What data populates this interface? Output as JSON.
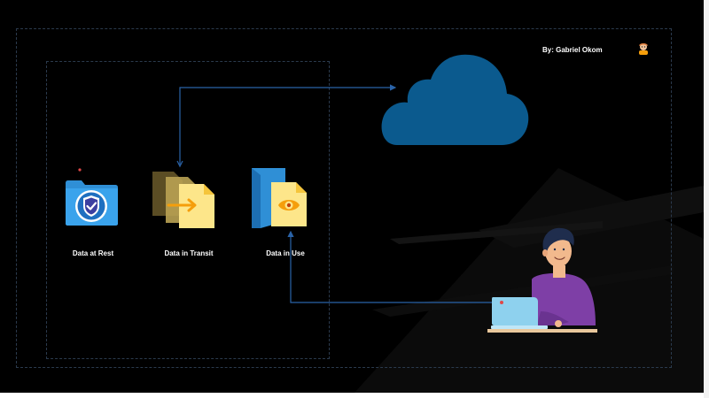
{
  "author": {
    "text": "By: Gabriel Okom",
    "icon": "person-emoji-icon"
  },
  "states": [
    {
      "label": "Data at Rest",
      "icon": "shield-folder-icon"
    },
    {
      "label": "Data in Transit",
      "icon": "file-transfer-icon"
    },
    {
      "label": "Data in Use",
      "icon": "folder-eye-icon"
    }
  ],
  "colors": {
    "background": "#000000",
    "cloud": "#0b5a8e",
    "connector": "#2a63a8",
    "folder_blue": "#2f8fd6",
    "file_yellow": "#fde68a",
    "accent_orange": "#f59e0b",
    "person_shirt": "#7e3fa6",
    "laptop": "#8ed1ee"
  }
}
